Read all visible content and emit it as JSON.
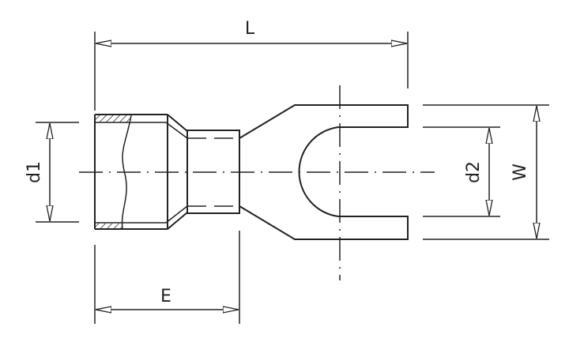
{
  "diagram": {
    "labels": {
      "length": "L",
      "crimp_length": "E",
      "barrel_diameter": "d1",
      "stud_diameter": "d2",
      "width": "W"
    },
    "line_color": "#222222"
  }
}
